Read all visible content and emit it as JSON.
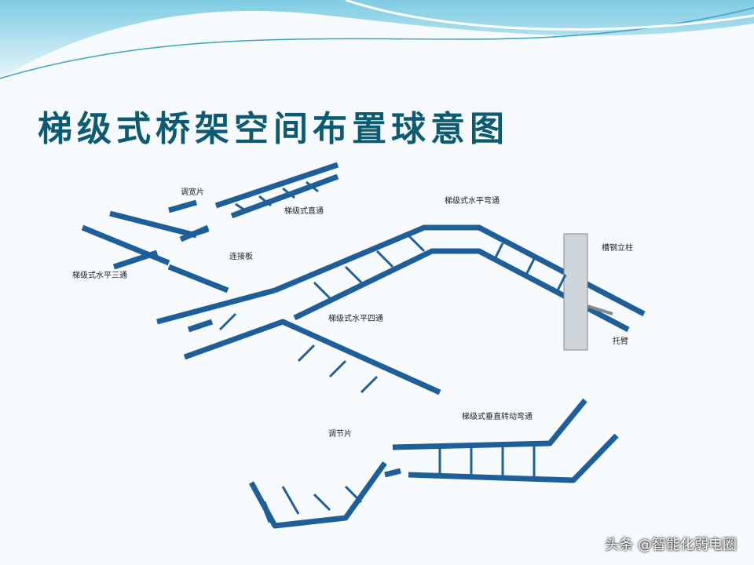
{
  "slide": {
    "title": "梯级式桥架空间布置球意图",
    "labels": {
      "adjust_plate": "调宽片",
      "straight": "梯级式直通",
      "tee": "梯级式水平三通",
      "connector": "连接板",
      "elbow": "梯级式水平弯通",
      "column": "槽钢立柱",
      "cross": "梯级式水平四通",
      "arm": "托臂",
      "vertical_elbow": "梯级式垂直转动弯通",
      "adjust_piece": "调节片"
    },
    "watermark": "头条 @智能化弱电圈",
    "colors": {
      "tray": "#1f5f99",
      "title": "#0d5a73",
      "wave": "#8fd3e6"
    }
  }
}
